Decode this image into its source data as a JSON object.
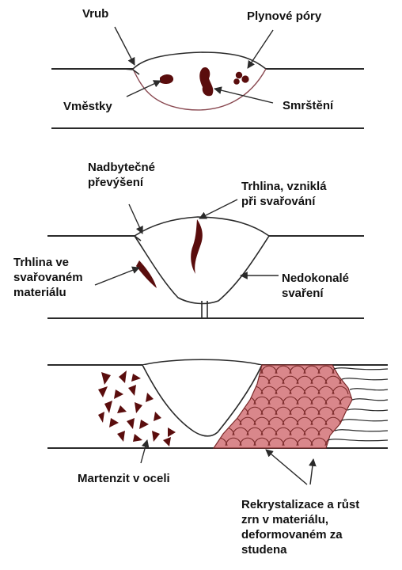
{
  "colors": {
    "line": "#2a2a2a",
    "weld_outline": "#8a4a52",
    "defect_fill": "#5a0d0d",
    "grain_fill": "#d9878b",
    "grain_line": "#7a2a2a",
    "text": "#111111"
  },
  "panel1": {
    "vrub": "Vrub",
    "plynove_pory": "Plynové póry",
    "vmestky": "Vměstky",
    "smrsteni": "Smrštění"
  },
  "panel2": {
    "nadbytecne": "Nadbytečné\npřevýšení",
    "trhlina_svarovani": "Trhlina, vzniklá\npři svařování",
    "trhlina_material": "Trhlina ve\nsvařovaném\nmateriálu",
    "nedokonale": "Nedokonalé\nsvaření"
  },
  "panel3": {
    "martenzit": "Martenzit v oceli",
    "rekrystalizace": "Rekrystalizace a růst\nzrn v materiálu,\ndeformovaném za\nstudena"
  }
}
